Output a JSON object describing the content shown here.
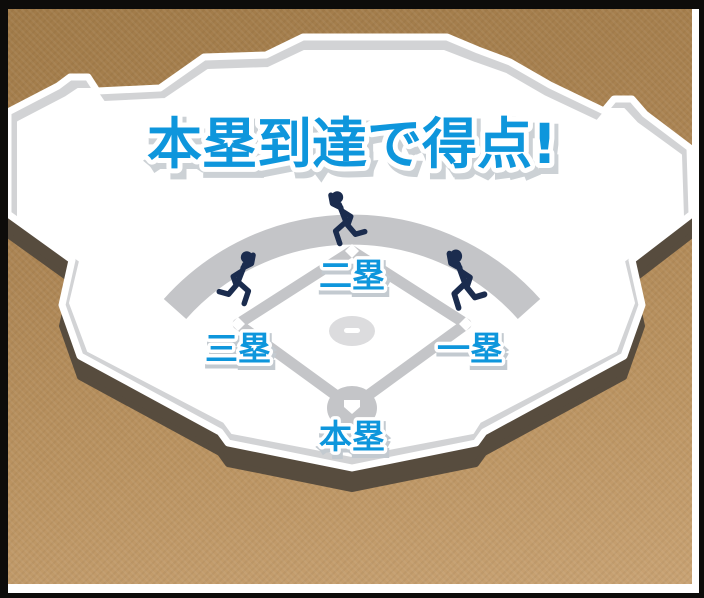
{
  "title": {
    "text": "本塁到達で得点!"
  },
  "bases": {
    "second": {
      "label": "二塁"
    },
    "third": {
      "label": "三塁"
    },
    "first": {
      "label": "一塁"
    },
    "home": {
      "label": "本塁"
    }
  },
  "runners": [
    {
      "position": "second-base"
    },
    {
      "position": "third-base"
    },
    {
      "position": "first-base"
    }
  ],
  "colors": {
    "accent_blue": "#0e96dc",
    "field_white": "#ffffff",
    "wall_gray": "#d2d3d5",
    "infield_gray": "#c4c5c8",
    "mound_gray": "#dcdcde",
    "extrusion_dark": "#574c3e",
    "background_brown_top": "#a17b49",
    "background_brown_bottom": "#c8a273",
    "runner_navy": "#1b2c4e",
    "frame_black": "#0d0c0a",
    "label_shadow_gray": "#c3cad0"
  }
}
